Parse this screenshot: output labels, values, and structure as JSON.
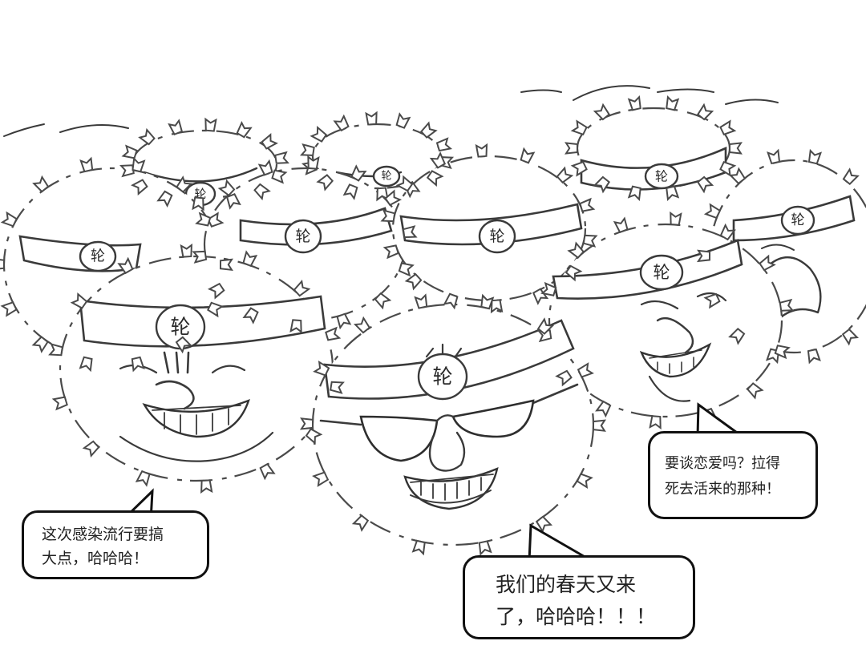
{
  "comic": {
    "title": "",
    "badge_character": "轮",
    "ink_color": "#3a3a3a",
    "background_color": "#ffffff"
  },
  "characters": [
    {
      "id": "front-left",
      "expression": "grinning",
      "badge": "轮"
    },
    {
      "id": "front-center",
      "expression": "grinning with sunglasses",
      "badge": "轮"
    },
    {
      "id": "front-right",
      "expression": "grinning",
      "badge": "轮"
    },
    {
      "id": "back-left",
      "expression": "partially hidden",
      "badge": "轮"
    },
    {
      "id": "back-center-left",
      "expression": "partially hidden",
      "badge": "轮"
    },
    {
      "id": "back-center",
      "expression": "partially hidden",
      "badge": "轮"
    },
    {
      "id": "back-center-right",
      "expression": "partially hidden",
      "badge": "轮"
    },
    {
      "id": "back-right",
      "expression": "frowning",
      "badge": "轮"
    },
    {
      "id": "far-back",
      "expression": "partially hidden",
      "badge": "轮"
    }
  ],
  "speech_bubbles": [
    {
      "speaker": "front-left",
      "text": "这次感染流行要搞\n大点，哈哈哈！"
    },
    {
      "speaker": "front-center",
      "text": "我们的春天又来\n了，哈哈哈！！！"
    },
    {
      "speaker": "front-right",
      "text": "要谈恋爱吗？拉得\n死去活来的那种！"
    }
  ]
}
